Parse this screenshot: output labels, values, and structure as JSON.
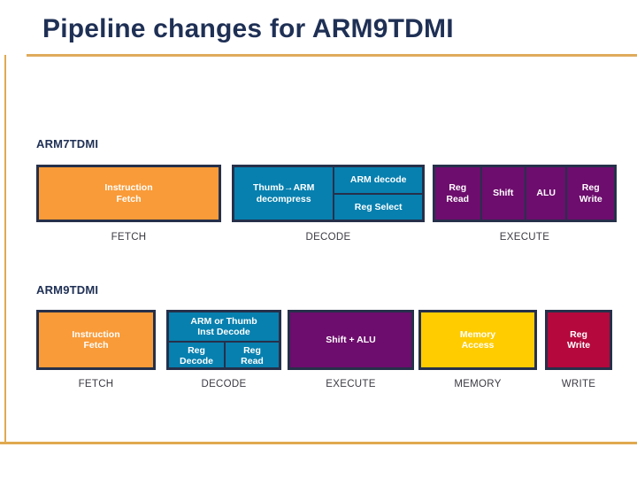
{
  "slide": {
    "title": "Pipeline changes for ARM9TDMI",
    "colors": {
      "title_navy": "#1f3055",
      "rule_gold": "#e0a94f",
      "block_border": "#26304a",
      "fetch_orange": "#f99b38",
      "decode_blue": "#0780af",
      "execute_purple": "#6d0d6d",
      "memory_yellow": "#ffcc00",
      "write_crimson": "#b5083c",
      "label_gray": "#3a3a42"
    }
  },
  "arm7": {
    "heading": "ARM7TDMI",
    "stages": [
      {
        "name": "fetch",
        "label": "FETCH",
        "color": "#f99b38",
        "cells": [
          {
            "text": "Instruction\nFetch"
          }
        ]
      },
      {
        "name": "decode",
        "label": "DECODE",
        "color": "#0780af",
        "cells": [
          {
            "text": "Thumb→ARM\ndecompress"
          },
          {
            "text": "ARM decode"
          },
          {
            "text": "Reg Select"
          }
        ]
      },
      {
        "name": "execute",
        "label": "EXECUTE",
        "color": "#6d0d6d",
        "cells": [
          {
            "text": "Reg\nRead"
          },
          {
            "text": "Shift"
          },
          {
            "text": "ALU"
          },
          {
            "text": "Reg\nWrite"
          }
        ]
      }
    ]
  },
  "arm9": {
    "heading": "ARM9TDMI",
    "stages": [
      {
        "name": "fetch",
        "label": "FETCH",
        "color": "#f99b38",
        "cells": [
          {
            "text": "Instruction\nFetch"
          }
        ]
      },
      {
        "name": "decode",
        "label": "DECODE",
        "color": "#0780af",
        "cells": [
          {
            "text": "ARM or Thumb\nInst Decode"
          },
          {
            "text": "Reg\nDecode"
          },
          {
            "text": "Reg\nRead"
          }
        ]
      },
      {
        "name": "execute",
        "label": "EXECUTE",
        "color": "#6d0d6d",
        "cells": [
          {
            "text": "Shift + ALU"
          }
        ]
      },
      {
        "name": "memory",
        "label": "MEMORY",
        "color": "#ffcc00",
        "cells": [
          {
            "text": "Memory\nAccess"
          }
        ]
      },
      {
        "name": "write",
        "label": "WRITE",
        "color": "#b5083c",
        "cells": [
          {
            "text": "Reg\nWrite"
          }
        ]
      }
    ]
  }
}
